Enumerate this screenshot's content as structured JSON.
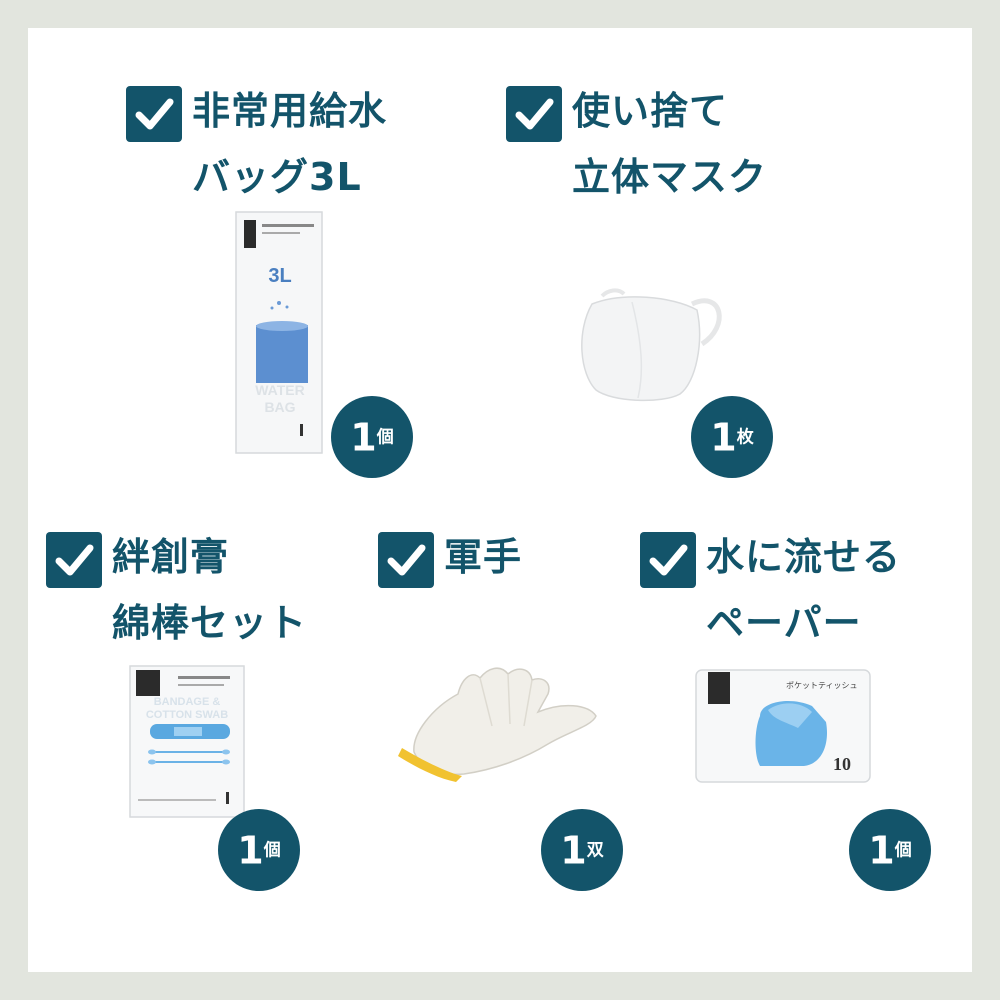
{
  "colors": {
    "accent": "#13546a",
    "page_bg": "#e2e5de",
    "panel_bg": "#ffffff"
  },
  "items": [
    {
      "id": "water-bag",
      "title_lines": [
        "非常用給水",
        "バッグ3L"
      ],
      "quantity": {
        "number": "1",
        "unit": "個"
      },
      "image": {
        "volume": "3L",
        "print": "WATER BAG"
      }
    },
    {
      "id": "mask",
      "title_lines": [
        "使い捨て",
        "立体マスク"
      ],
      "quantity": {
        "number": "1",
        "unit": "枚"
      }
    },
    {
      "id": "bandage",
      "title_lines": [
        "絆創膏",
        "綿棒セット"
      ],
      "quantity": {
        "number": "1",
        "unit": "個"
      },
      "image": {
        "print": "BANDAGE & COTTON SWAB"
      }
    },
    {
      "id": "gloves",
      "title_lines": [
        "軍手"
      ],
      "quantity": {
        "number": "1",
        "unit": "双"
      }
    },
    {
      "id": "tissue",
      "title_lines": [
        "水に流せる",
        "ペーパー"
      ],
      "quantity": {
        "number": "1",
        "unit": "個"
      },
      "image": {
        "label": "ポケットティッシュ",
        "count": "10"
      }
    }
  ]
}
